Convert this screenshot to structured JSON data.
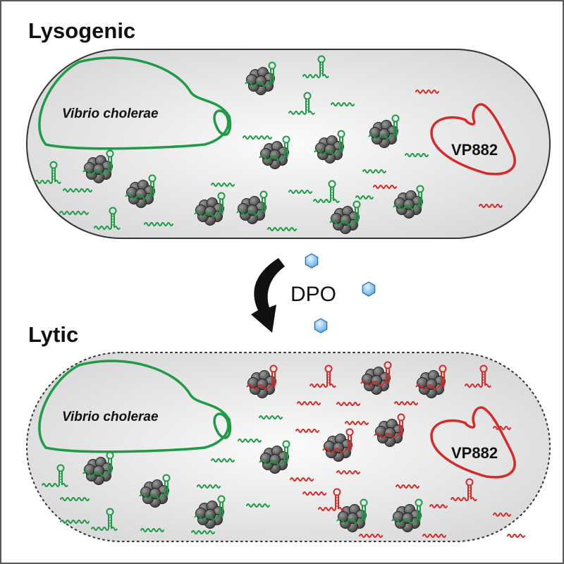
{
  "panels": {
    "lysogenic": {
      "title": "Lysogenic",
      "host_label": "Vibrio cholerae",
      "phage_label": "VP882"
    },
    "lytic": {
      "title": "Lytic",
      "host_label": "Vibrio cholerae",
      "phage_label": "VP882"
    }
  },
  "signal": {
    "label": "DPO",
    "molecule_icon": "hexagon-icon",
    "transition_icon": "curved-arrow-icon"
  },
  "colors": {
    "host": "#1e9b46",
    "phage": "#d42a2a",
    "ribosome": "#555555",
    "dpo": "#8ec9f0"
  }
}
